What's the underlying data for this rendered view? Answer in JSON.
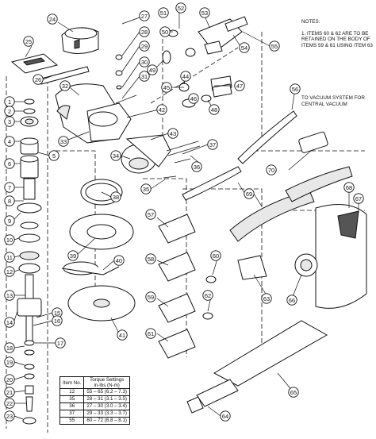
{
  "notes": {
    "heading": "NOTES:",
    "text": "1.  ITEMS 60 & 62 ARE TO BE\n     RETAINED ON THE BODY OF\n     ITEMS 59 & 61 USING ITEM 63"
  },
  "vacuum_note": "TO VACUUM SYSTEM FOR\nCENTRAL VACUUM",
  "torque_table": {
    "headers": [
      "Item No.",
      "Torque Settings\nin-lbs (N-m)"
    ],
    "rows": [
      [
        "12",
        "55 – 65 (6.2 – 7.3)"
      ],
      [
        "35",
        "28 – 31 (3.1 – 3.5)"
      ],
      [
        "36",
        "27 – 30 (3.0 – 3.4)"
      ],
      [
        "37",
        "29 – 33 (3.3 – 3.7)"
      ],
      [
        "55",
        "60 – 72 (6.8 – 8.1)"
      ]
    ]
  },
  "callouts": [
    "1",
    "2",
    "3",
    "4",
    "5",
    "6",
    "7",
    "8",
    "9",
    "10",
    "11",
    "12",
    "13",
    "14",
    "15",
    "16",
    "17",
    "18",
    "19",
    "20",
    "21",
    "22",
    "23",
    "24",
    "25",
    "26",
    "27",
    "28",
    "29",
    "30",
    "31",
    "32",
    "33",
    "34",
    "35",
    "36",
    "37",
    "38",
    "39",
    "40",
    "41",
    "42",
    "43",
    "44",
    "45",
    "46",
    "47",
    "48",
    "49",
    "50",
    "51",
    "52",
    "53",
    "54",
    "55",
    "56",
    "57",
    "58",
    "59",
    "60",
    "61",
    "62",
    "63",
    "64",
    "65",
    "66",
    "67",
    "68",
    "69",
    "70"
  ]
}
